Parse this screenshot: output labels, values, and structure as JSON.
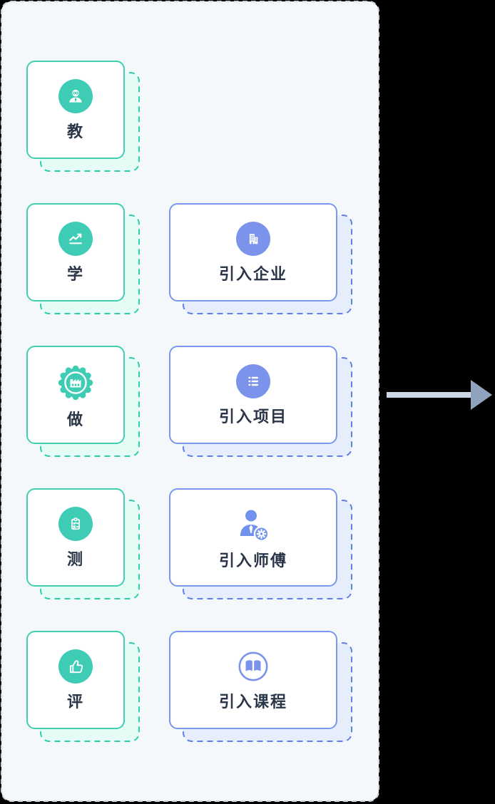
{
  "page": {
    "background_color": "#000000",
    "board": {
      "background_color": "#f4f8fb",
      "border_color": "#ccd5e0",
      "border_style": "dashed"
    }
  },
  "stage_cards": [
    {
      "label": "教",
      "icon": "teacher-icon"
    },
    {
      "label": "学",
      "icon": "trend-chart-icon"
    },
    {
      "label": "做",
      "icon": "factory-badge-icon"
    },
    {
      "label": "测",
      "icon": "clipboard-checklist-icon"
    },
    {
      "label": "评",
      "icon": "thumbs-up-icon"
    }
  ],
  "import_cards": [
    {
      "label": "引入企业",
      "icon": "building-icon"
    },
    {
      "label": "引入项目",
      "icon": "bullet-list-icon"
    },
    {
      "label": "引入师傅",
      "icon": "worker-gear-icon"
    },
    {
      "label": "引入课程",
      "icon": "open-book-icon"
    }
  ],
  "arrow": {
    "direction": "right"
  },
  "colors": {
    "stage_accent": "#3ecdb4",
    "stage_border": "#3ed0b0",
    "stage_shadow_fill": "#e5fbf6",
    "stage_shadow_border": "#2fcdb0",
    "import_accent": "#7b93ea",
    "import_border": "#7b97ee",
    "import_shadow_fill": "#e6edfb",
    "import_shadow_border": "#5f80e8",
    "label_text": "#2a3647",
    "arrow_line": "#cdd8e6",
    "arrow_head": "#8fa3bf"
  }
}
